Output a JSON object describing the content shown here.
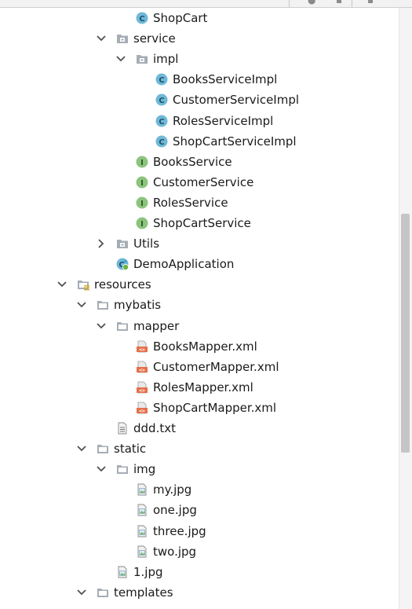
{
  "tree": {
    "items": [
      {
        "label": "ShopCart",
        "icon": "class-icon",
        "depth": 3
      },
      {
        "label": "service",
        "icon": "package-icon",
        "depth": 2,
        "chevron": "expanded"
      },
      {
        "label": "impl",
        "icon": "package-icon",
        "depth": 3,
        "chevron": "expanded"
      },
      {
        "label": "BooksServiceImpl",
        "icon": "class-icon",
        "depth": 4
      },
      {
        "label": "CustomerServiceImpl",
        "icon": "class-icon",
        "depth": 4
      },
      {
        "label": "RolesServiceImpl",
        "icon": "class-icon",
        "depth": 4
      },
      {
        "label": "ShopCartServiceImpl",
        "icon": "class-icon",
        "depth": 4
      },
      {
        "label": "BooksService",
        "icon": "interface-icon",
        "depth": 3
      },
      {
        "label": "CustomerService",
        "icon": "interface-icon",
        "depth": 3
      },
      {
        "label": "RolesService",
        "icon": "interface-icon",
        "depth": 3
      },
      {
        "label": "ShopCartService",
        "icon": "interface-icon",
        "depth": 3
      },
      {
        "label": "Utils",
        "icon": "package-icon",
        "depth": 2,
        "chevron": "collapsed"
      },
      {
        "label": "DemoApplication",
        "icon": "spring-boot-class-icon",
        "depth": 2
      },
      {
        "label": "resources",
        "icon": "resources-folder-icon",
        "depth": 0,
        "chevron": "expanded"
      },
      {
        "label": "mybatis",
        "icon": "folder-icon",
        "depth": 1,
        "chevron": "expanded"
      },
      {
        "label": "mapper",
        "icon": "folder-icon",
        "depth": 2,
        "chevron": "expanded"
      },
      {
        "label": "BooksMapper.xml",
        "icon": "xml-file-icon",
        "depth": 3
      },
      {
        "label": "CustomerMapper.xml",
        "icon": "xml-file-icon",
        "depth": 3
      },
      {
        "label": "RolesMapper.xml",
        "icon": "xml-file-icon",
        "depth": 3
      },
      {
        "label": "ShopCartMapper.xml",
        "icon": "xml-file-icon",
        "depth": 3
      },
      {
        "label": "ddd.txt",
        "icon": "text-file-icon",
        "depth": 2
      },
      {
        "label": "static",
        "icon": "folder-icon",
        "depth": 1,
        "chevron": "expanded"
      },
      {
        "label": "img",
        "icon": "folder-icon",
        "depth": 2,
        "chevron": "expanded"
      },
      {
        "label": "my.jpg",
        "icon": "image-file-icon",
        "depth": 3
      },
      {
        "label": "one.jpg",
        "icon": "image-file-icon",
        "depth": 3
      },
      {
        "label": "three.jpg",
        "icon": "image-file-icon",
        "depth": 3
      },
      {
        "label": "two.jpg",
        "icon": "image-file-icon",
        "depth": 3
      },
      {
        "label": "1.jpg",
        "icon": "image-file-icon",
        "depth": 2
      },
      {
        "label": "templates",
        "icon": "folder-icon",
        "depth": 1,
        "chevron": "expanded"
      }
    ]
  },
  "scrollbar": {
    "position": 0.42,
    "visible_fraction": 0.4
  },
  "colors": {
    "class": "#6fb8d8",
    "interface": "#8cc47e",
    "folder": "#a6adb5",
    "xml": "#e6704a",
    "chevron": "#505050"
  }
}
